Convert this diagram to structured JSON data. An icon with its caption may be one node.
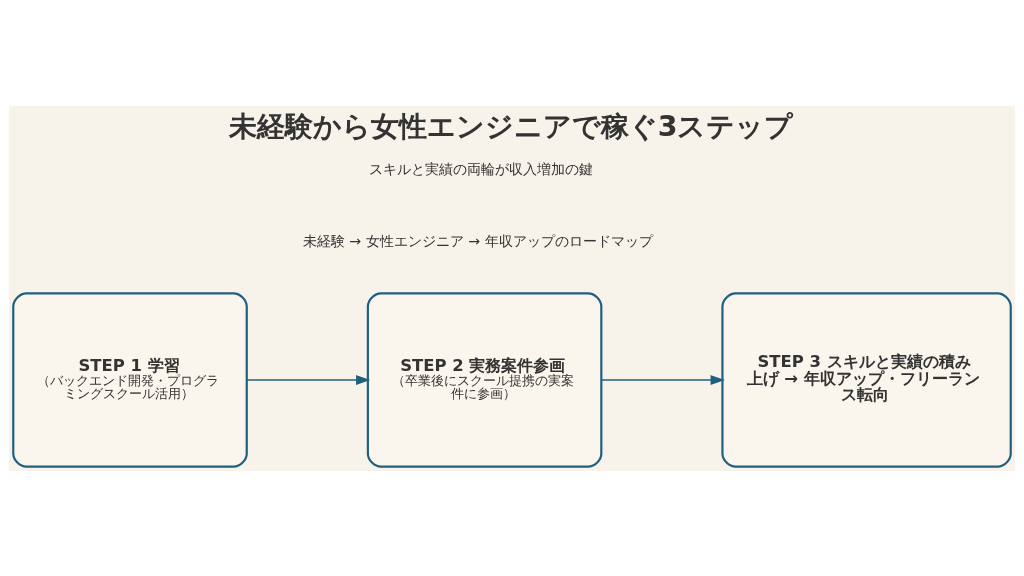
{
  "diagram": {
    "title": "未経験から女性エンジニアで稼ぐ3ステップ",
    "nodes": [
      {
        "text": [
          "STEP 1 学習",
          "（バックエンド開発・プログラミングスクール活用）"
        ]
      },
      {
        "text": [
          "STEP 2 実務案件参画",
          "（卒業後にスクール提携の実案件に参画）"
        ]
      },
      {
        "text": [
          "STEP 3 スキルと実績の積み上げ → 年収アップ・フリーランス転向"
        ]
      }
    ],
    "edges": [
      {
        "from": 0,
        "to": 1,
        "arrow": "to"
      },
      {
        "from": 1,
        "to": 2,
        "arrow": "to"
      }
    ],
    "labels": [
      "未経験 → 女性エンジニア → 年収アップのロードマップ",
      "スキルと実績の両輪が収入増加の鍵"
    ]
  }
}
